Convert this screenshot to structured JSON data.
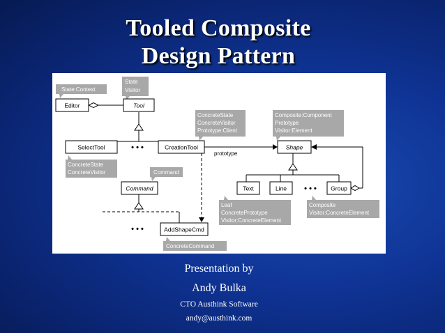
{
  "slide": {
    "title_line1": "Tooled Composite",
    "title_line2": "Design Pattern",
    "presentation_by": "Presentation by",
    "author": "Andy Bulka",
    "role": "CTO Austhink Software",
    "email": "andy@austhink.com"
  },
  "diagram": {
    "classes": {
      "editor": "Editor",
      "tool": "Tool",
      "select_tool": "SelectTool",
      "creation_tool": "CreationTool",
      "shape": "Shape",
      "command": "Command",
      "text": "Text",
      "line": "Line",
      "group": "Group",
      "add_shape_cmd": "AddShapeCmd"
    },
    "notes": {
      "state_context": "State:Context",
      "state_visitor": [
        "State",
        "Visitor"
      ],
      "concrete_state_client": [
        "ConcreteState",
        "ConcreteVisitor",
        "Prototype:Client"
      ],
      "composite_component": [
        "Composite:Component",
        "Prototype",
        "Visitor:Element"
      ],
      "concrete_state_visitor": [
        "ConcreteState",
        "ConcreteVisitor"
      ],
      "command": "Command",
      "leaf": [
        "Leaf",
        "ConcretePrototype",
        "Visitor:ConcreteElement"
      ],
      "composite_concrete": [
        "Composite",
        "Visitor:ConcreteElement"
      ],
      "concrete_command": "ConcreteCommand"
    },
    "association_label": "prototype",
    "ellipsis": "• • •"
  }
}
